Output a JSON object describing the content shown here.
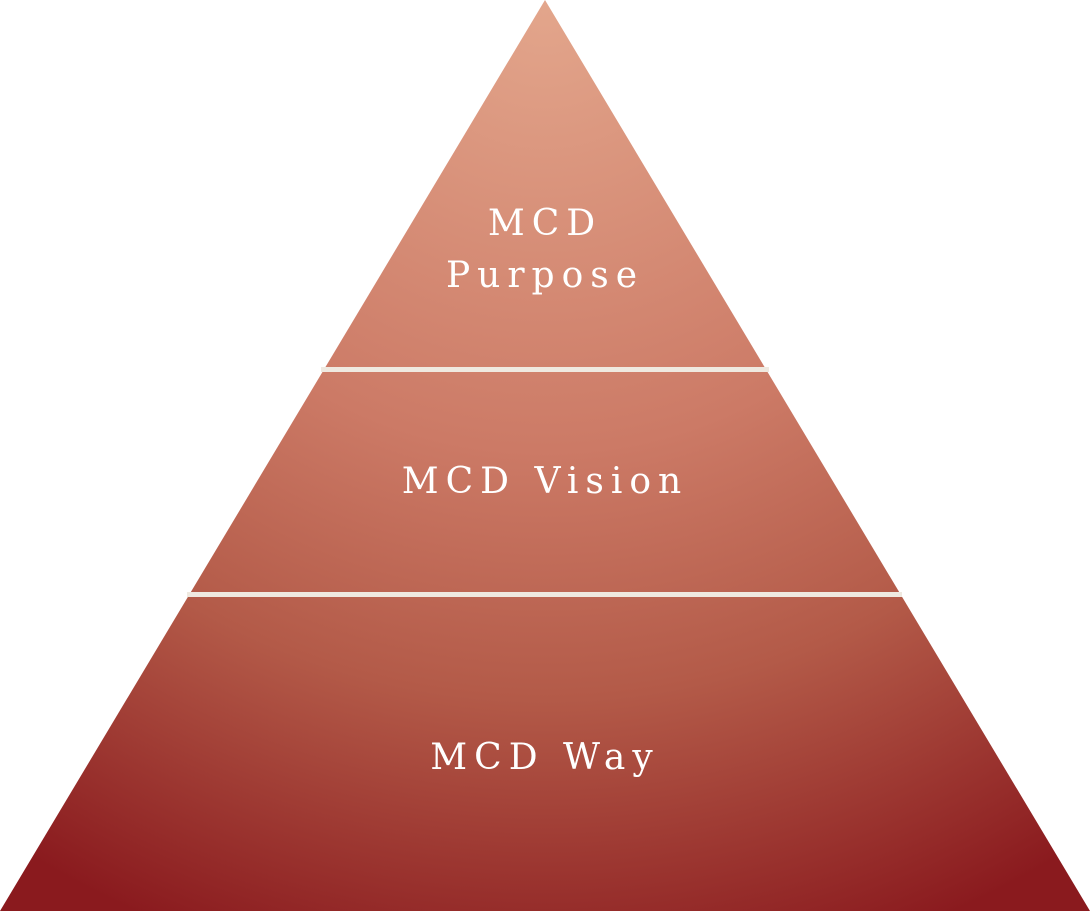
{
  "diagram": {
    "type": "pyramid",
    "levels": [
      {
        "line1": "MCD",
        "line2": "Purpose"
      },
      {
        "label": "MCD Vision"
      },
      {
        "label": "MCD Way"
      }
    ]
  },
  "colors": {
    "top": "#e3a68c",
    "bottom": "#8a1a1e",
    "divider": "#efe9e0",
    "text": "#ffffff"
  }
}
